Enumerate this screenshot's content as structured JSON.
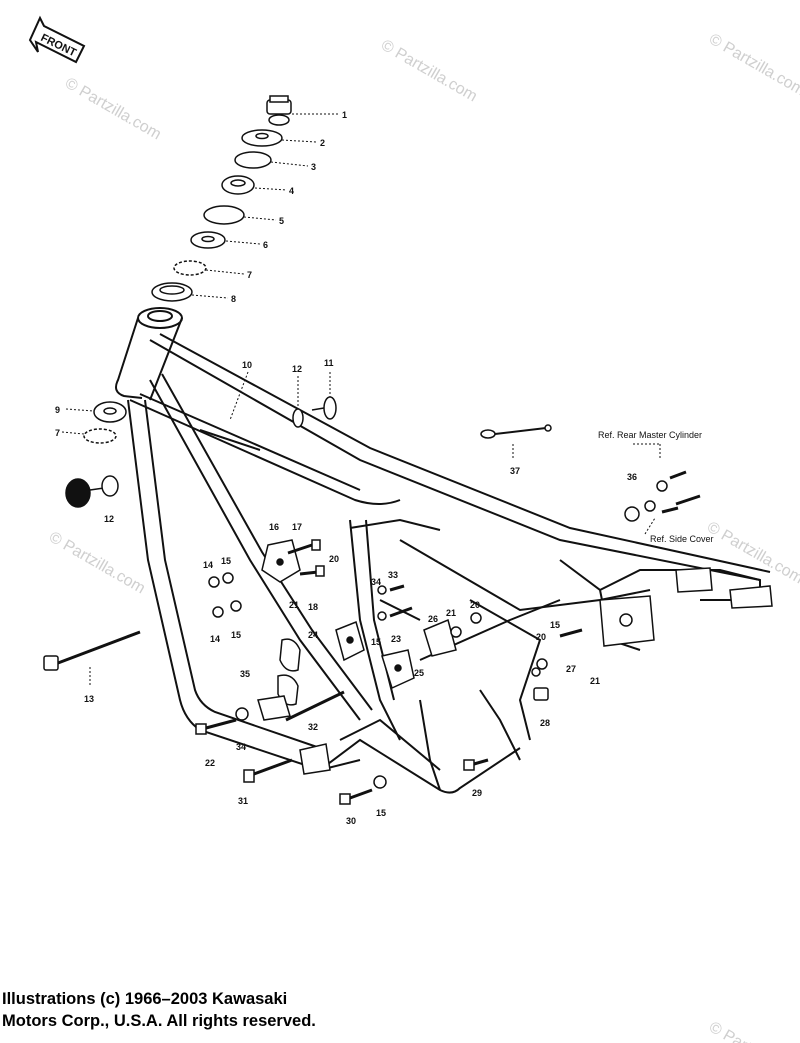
{
  "front_label": "FRONT",
  "watermark": "© Partzilla.com",
  "part_labels": [
    "1",
    "2",
    "3",
    "4",
    "5",
    "6",
    "7",
    "8",
    "9",
    "7",
    "10",
    "12",
    "11",
    "12",
    "13",
    "14",
    "15",
    "16",
    "17",
    "20",
    "21",
    "18",
    "14",
    "15",
    "33",
    "34",
    "15",
    "23",
    "26",
    "21",
    "20",
    "24",
    "35",
    "25",
    "32",
    "34",
    "22",
    "31",
    "30",
    "15",
    "29",
    "15",
    "20",
    "27",
    "21",
    "28",
    "36",
    "37"
  ],
  "reference_notes": {
    "rear_master_cylinder": "Ref. Rear Master Cylinder",
    "side_cover": "Ref. Side Cover"
  },
  "copyright": {
    "line1": "Illustrations (c) 1966–2003 Kawasaki",
    "line2": "Motors Corp., U.S.A.  All rights reserved."
  }
}
